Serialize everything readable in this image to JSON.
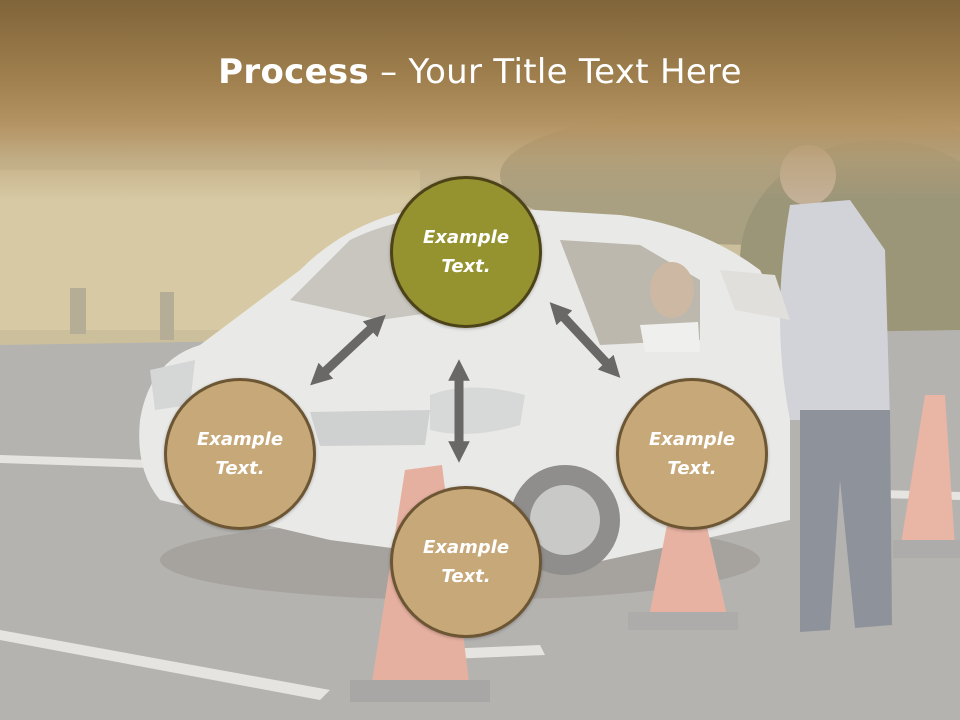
{
  "slide": {
    "title_bold": "Process",
    "title_rest": " – Your Title Text Here"
  },
  "nodes": {
    "top": "Example Text.",
    "left": "Example Text.",
    "right": "Example Text.",
    "bottom": "Example Text."
  },
  "colors": {
    "title_band": "#a08050",
    "node_fill": "#c7a879",
    "node_fill_active": "#959330",
    "node_border": "#6c5634",
    "arrow": "#6a6866"
  },
  "background_image": "driving-test-car-with-examiner-and-traffic-cones"
}
